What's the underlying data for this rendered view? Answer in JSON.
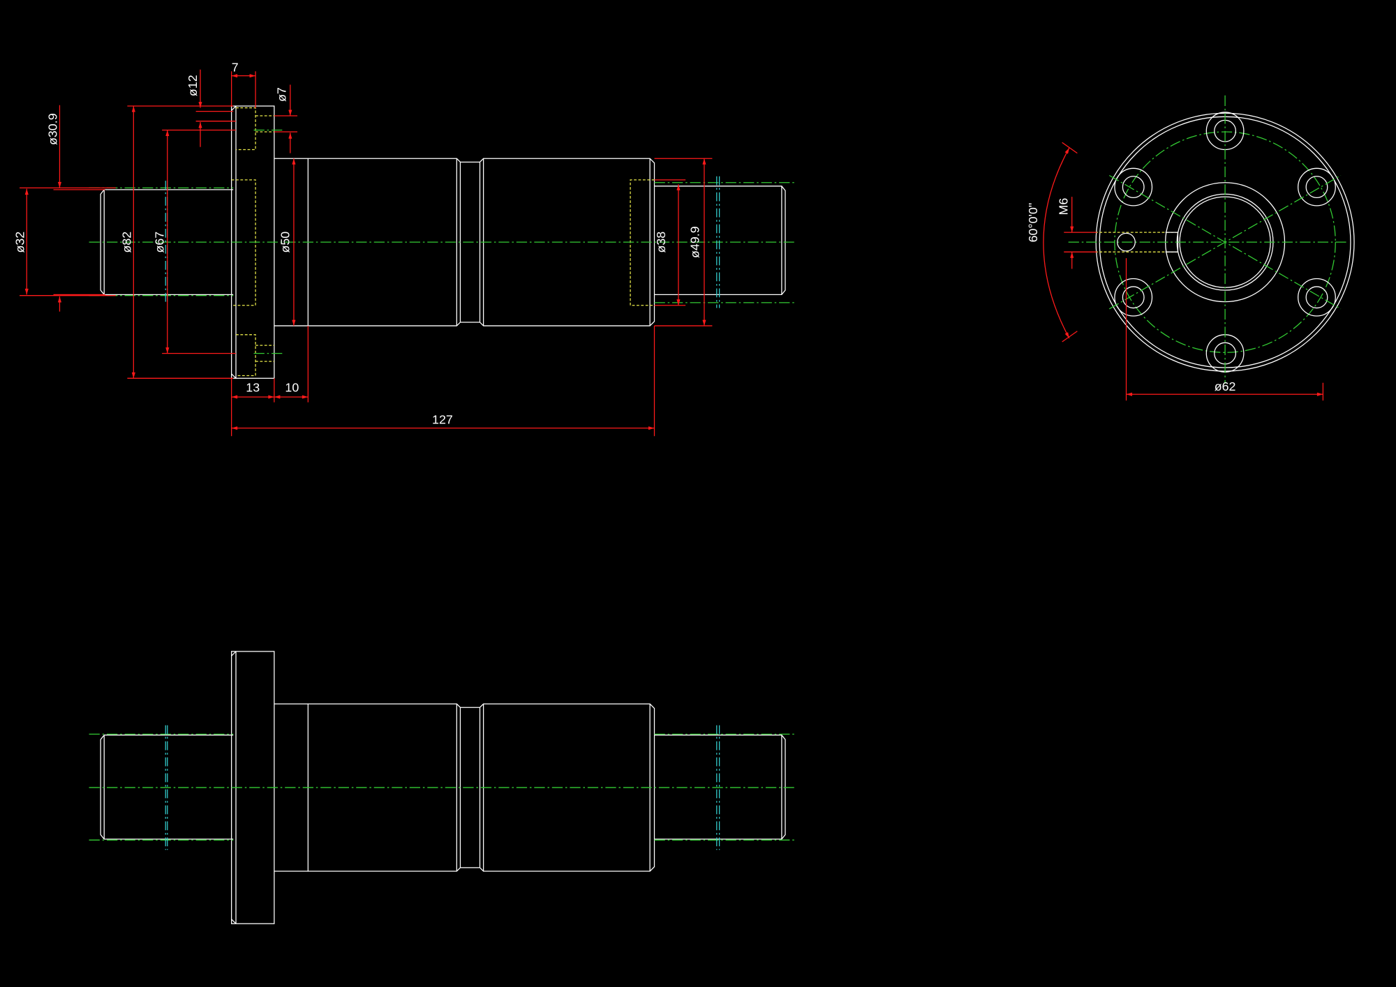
{
  "colors": {
    "background": "#000000",
    "outline": "#ffffff",
    "hidden": "#e8e84a",
    "centerline": "#33cc33",
    "axis": "#33cccc",
    "dimension": "#ff1a1a"
  },
  "front_view": {
    "dims": {
      "d30_9": "ø30.9",
      "d32": "ø32",
      "d82": "ø82",
      "d67": "ø67",
      "d12": "ø12",
      "w7_top": "7",
      "d7": "ø7",
      "d50": "ø50",
      "w13": "13",
      "w10": "10",
      "l127": "127",
      "d38": "ø38",
      "d49_9": "ø49.9"
    }
  },
  "end_view": {
    "dims": {
      "angle": "60°0'0\"",
      "thread": "M6",
      "d62": "ø62"
    }
  }
}
